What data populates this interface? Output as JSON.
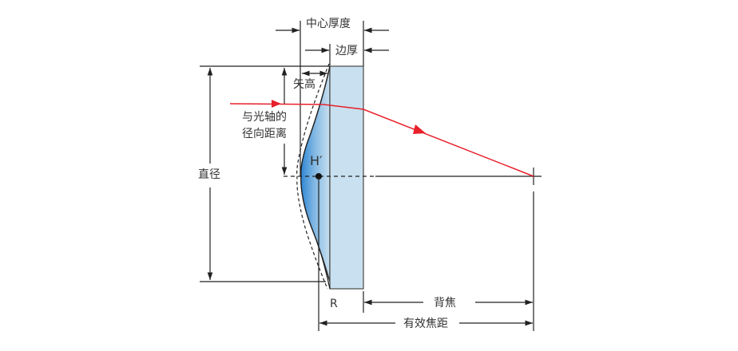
{
  "diagram": {
    "title": "Aspheric lens dimension diagram",
    "labels": {
      "center_thickness": "中心厚度",
      "edge_thickness": "边厚",
      "sag": "矢高",
      "radial_distance_line1": "与光轴的",
      "radial_distance_line2": "径向距离",
      "diameter": "直径",
      "principal_point": "H′",
      "radius": "R",
      "back_focal_length": "背焦",
      "effective_focal_length": "有效焦距"
    },
    "colors": {
      "lens_fill": "#c8e0ef",
      "lens_gradient_dark": "#3a8fd6",
      "ray": "#e8202a",
      "lines": "#222222",
      "text": "#333333"
    }
  }
}
